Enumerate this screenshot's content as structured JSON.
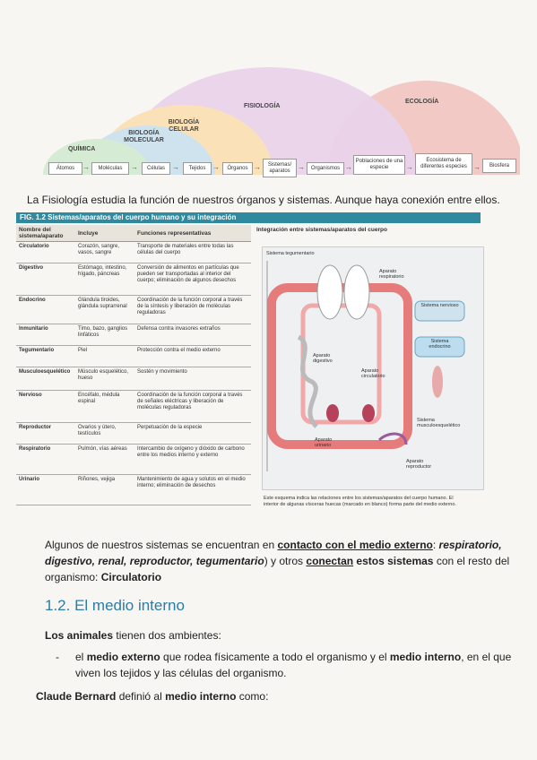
{
  "diagram_top": {
    "arches": [
      "ECOLOGÍA",
      "FISIOLOGÍA",
      "BIOLOGÍA CELULAR",
      "BIOLOGÍA MOLECULAR",
      "QUÍMICA"
    ],
    "levels": [
      "Átomos",
      "Moléculas",
      "Células",
      "Tejidos",
      "Órganos",
      "Sistemas/ aparatos",
      "Organismos",
      "Poblaciones de una especie",
      "Ecosistema de diferentes especies",
      "Biosfera"
    ]
  },
  "caption": "La Fisiología estudia la función de nuestros órganos y sistemas. Aunque haya conexión entre ellos.",
  "figure": {
    "title": "FIG. 1.2 Sistemas/aparatos del cuerpo humano y su integración",
    "headers": [
      "Nombre del sistema/aparato",
      "Incluye",
      "Funciones representativas"
    ],
    "integration_title": "Integración entre sistemas/aparatos del cuerpo",
    "rows": [
      {
        "name": "Circulatorio",
        "includes": "Corazón, sangre, vasos, sangre",
        "functions": "Transporte de materiales entre todas las células del cuerpo"
      },
      {
        "name": "Digestivo",
        "includes": "Estómago, intestino, hígado, páncreas",
        "functions": "Conversión de alimentos en partículas que pueden ser transportadas al interior del cuerpo; eliminación de algunos desechos"
      },
      {
        "name": "Endocrino",
        "includes": "Glándula tiroides, glándula suprarrenal",
        "functions": "Coordinación de la función corporal a través de la síntesis y liberación de moléculas reguladoras"
      },
      {
        "name": "Inmunitario",
        "includes": "Timo, bazo, ganglios linfáticos",
        "functions": "Defensa contra invasores extraños"
      },
      {
        "name": "Tegumentario",
        "includes": "Piel",
        "functions": "Protección contra el medio externo"
      },
      {
        "name": "Musculoesquelético",
        "includes": "Músculo esquelético, hueso",
        "functions": "Sostén y movimiento"
      },
      {
        "name": "Nervioso",
        "includes": "Encéfalo, médula espinal",
        "functions": "Coordinación de la función corporal a través de señales eléctricas y liberación de moléculas reguladoras"
      },
      {
        "name": "Reproductor",
        "includes": "Ovarios y útero, testículos",
        "functions": "Perpetuación de la especie"
      },
      {
        "name": "Respiratorio",
        "includes": "Pulmón, vías aéreas",
        "functions": "Intercambio de oxígeno y dióxido de carbono entre los medios interno y externo"
      },
      {
        "name": "Urinario",
        "includes": "Riñones, vejiga",
        "functions": "Mantenimiento de agua y solutos en el medio interno; eliminación de desechos"
      }
    ],
    "diagram_labels": {
      "tegumentario": "Sistema tegumentario",
      "respiratorio": "Aparato respiratorio",
      "nervioso": "Sistema nervioso",
      "endocrino": "Sistema endocrino",
      "digestivo": "Aparato digestivo",
      "circulatorio": "Aparato circulatorio",
      "musculo": "Sistema musculoesquelético",
      "urinario": "Aparato urinario",
      "reproductor": "Aparato reproductor"
    },
    "diagram_caption": "Este esquema indica las relaciones entre los sistemas/aparatos del cuerpo humano. El interior de algunas vísceras huecas (marcado en blanco) forma parte del medio externo."
  },
  "para1": {
    "a": "Algunos de nuestros sistemas se encuentran en ",
    "b": "contacto con el medio externo",
    "c": ": ",
    "d": "respiratorio, digestivo, renal, reproductor, tegumentario",
    "e": ") y otros ",
    "f": "conectan",
    "g": " estos sistemas",
    "h": " con el resto del organismo: ",
    "i": "Circulatorio"
  },
  "section_title": "1.2. El medio interno",
  "para2": {
    "a": "Los animales",
    "b": " tienen dos ambientes:"
  },
  "bullet": {
    "dash": "-",
    "a": "el ",
    "b": "medio externo",
    "c": " que rodea físicamente a todo el organismo y el ",
    "d": "medio interno",
    "e": ", en el que viven los tejidos y las células del organismo."
  },
  "para3": {
    "a": "Claude Bernard",
    "b": " definió al ",
    "c": "medio interno",
    "d": " como:"
  }
}
